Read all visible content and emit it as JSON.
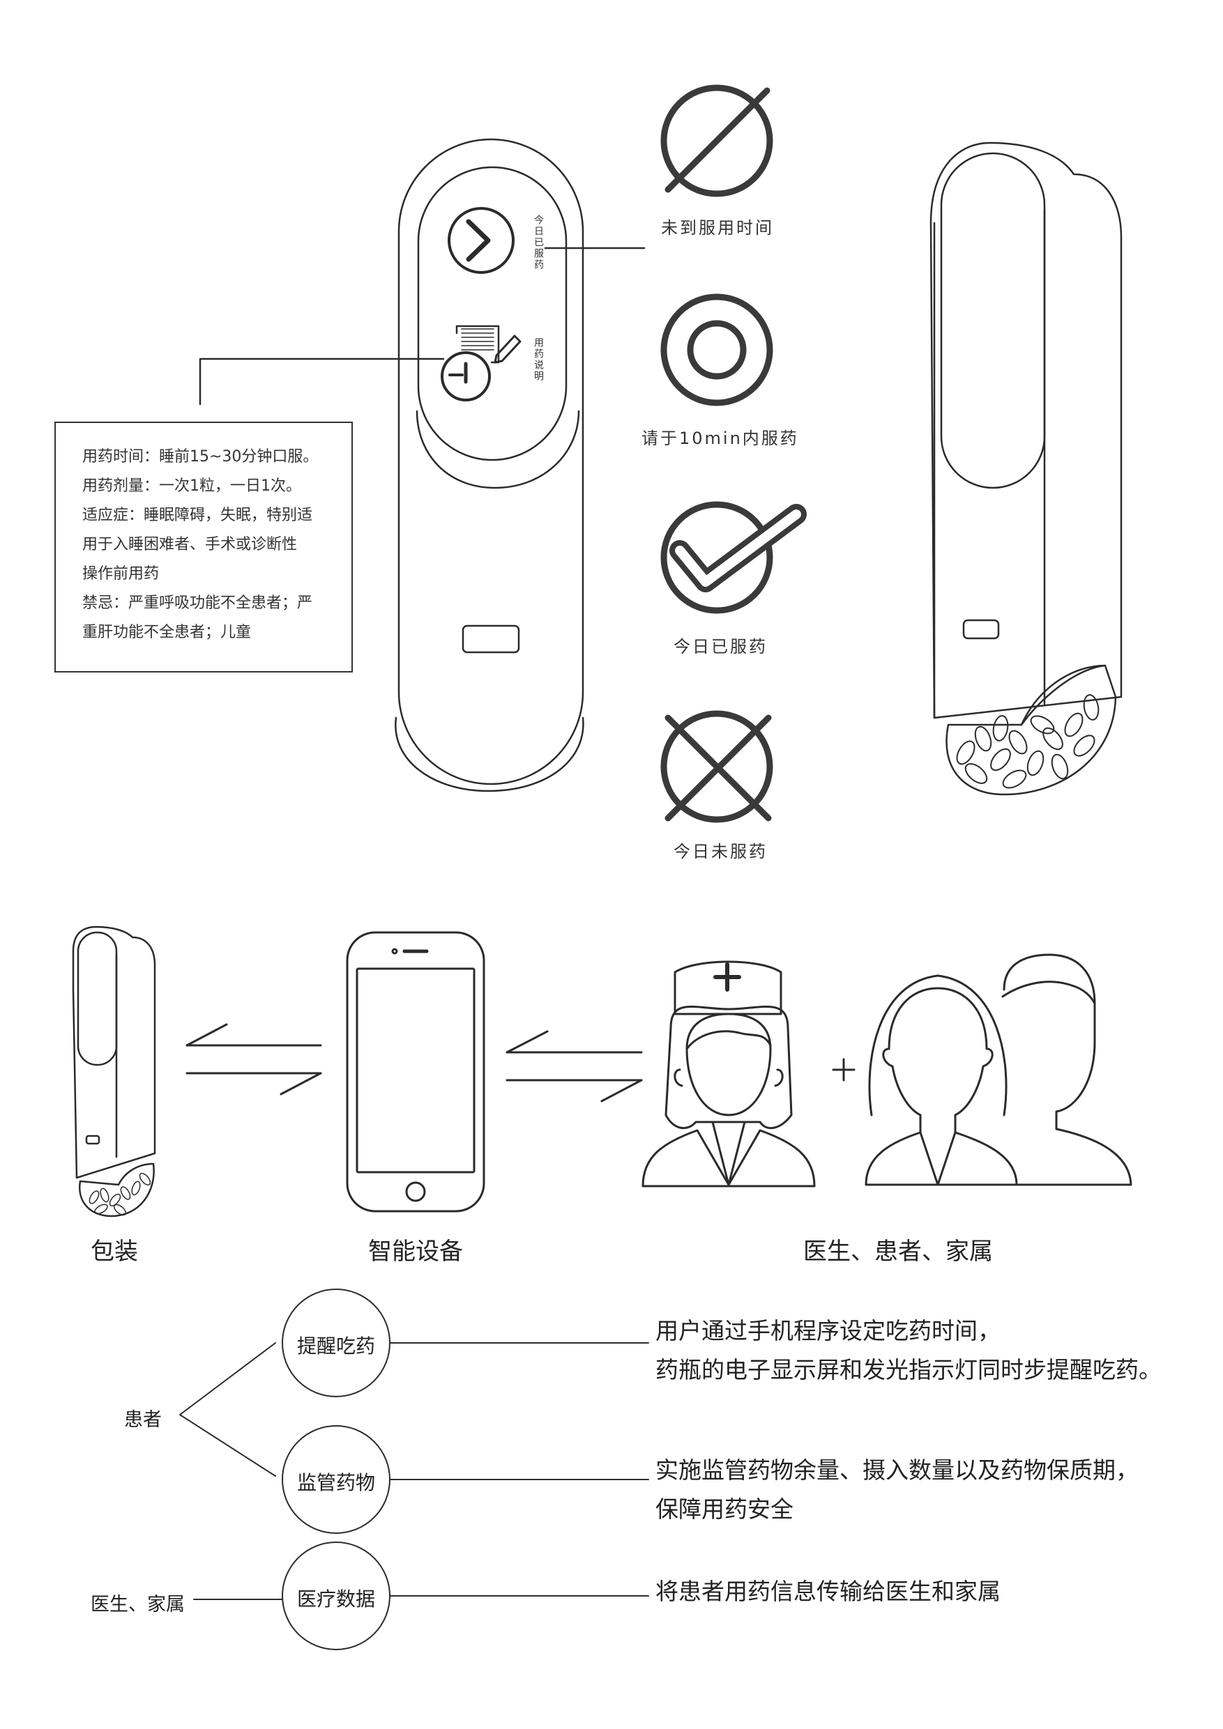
{
  "device_screen": {
    "label_today_taken": "今日已服药",
    "label_instructions": "用药说明"
  },
  "status_icons": [
    {
      "icon": "slash-circle-icon",
      "label": "未到服用时间"
    },
    {
      "icon": "ring-icon",
      "label": "请于10min内服药"
    },
    {
      "icon": "check-circle-icon",
      "label": "今日已服药"
    },
    {
      "icon": "cross-circle-icon",
      "label": "今日未服药"
    }
  ],
  "instructions_box": {
    "lines": [
      "用药时间：睡前15~30分钟口服。",
      "用药剂量：一次1粒，一日1次。",
      "适应症：睡眠障碍，失眠，特别适",
      "用于入睡困难者、手术或诊断性",
      "操作前用药",
      "禁忌：严重呼吸功能不全患者；严",
      "重肝功能不全患者；儿童"
    ]
  },
  "flow": {
    "packaging_label": "包装",
    "smart_device_label": "智能设备",
    "people_label": "医生、患者、家属",
    "plus": "+"
  },
  "functions": {
    "patient_label": "患者",
    "doctor_family_label": "医生、家属",
    "items": [
      {
        "name": "提醒吃药",
        "desc": [
          "用户通过手机程序设定吃药时间，",
          "药瓶的电子显示屏和发光指示灯同时步提醒吃药。"
        ]
      },
      {
        "name": "监管药物",
        "desc": [
          "实施监管药物余量、摄入数量以及药物保质期，",
          "保障用药安全"
        ]
      },
      {
        "name": "医疗数据",
        "desc": [
          "将患者用药信息传输给医生和家属"
        ]
      }
    ]
  }
}
